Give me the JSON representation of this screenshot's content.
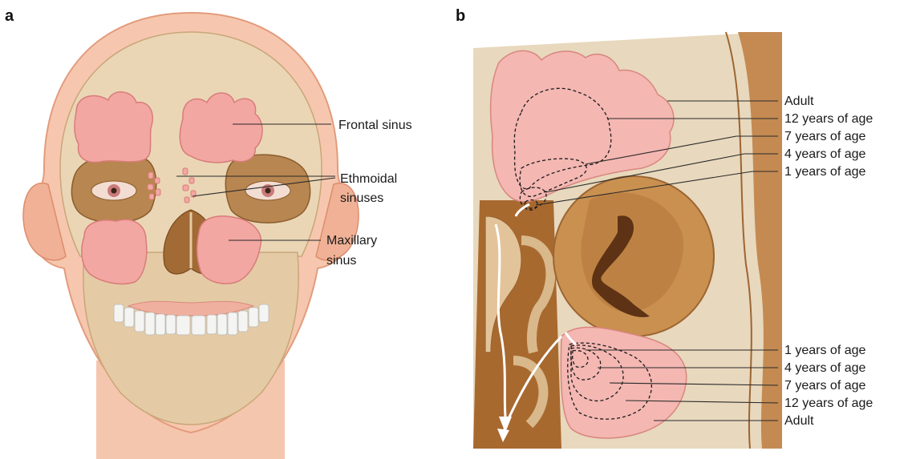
{
  "panels": {
    "a": {
      "letter": "a",
      "labels": {
        "frontal": "Frontal sinus",
        "ethmoidal_1": "Ethmoidal",
        "ethmoidal_2": "sinuses",
        "maxillary_1": "Maxillary",
        "maxillary_2": "sinus"
      }
    },
    "b": {
      "letter": "b",
      "frontal_stages": [
        "Adult",
        "12 years of age",
        "7 years of age",
        "4 years of age",
        "1 years of age"
      ],
      "maxillary_stages": [
        "1 years of age",
        "4 years of age",
        "7 years of age",
        "12 years of age",
        "Adult"
      ]
    }
  },
  "colors": {
    "skin": "#f3c0a6",
    "bone": "#e6d1b0",
    "sinus_pink": "#f0a5a5",
    "cavity_brown": "#b87a3e",
    "orbit_dark": "#a8682e"
  }
}
